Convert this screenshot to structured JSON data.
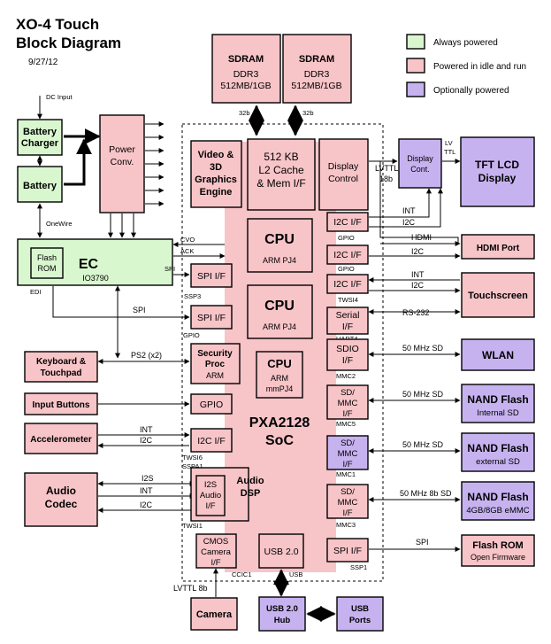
{
  "title": {
    "line1": "XO-4 Touch",
    "line2": "Block Diagram",
    "date": "9/27/12"
  },
  "legend": {
    "always": "Always powered",
    "idle": "Powered in idle and run",
    "optional": "Optionally powered"
  },
  "sdram1": {
    "title": "SDRAM",
    "l1": "DDR3",
    "l2": "512MB/1GB"
  },
  "sdram2": {
    "title": "SDRAM",
    "l1": "DDR3",
    "l2": "512MB/1GB"
  },
  "bus": {
    "b32a": "32b",
    "b32b": "32b"
  },
  "dc_input": "DC Input",
  "battery_charger": {
    "l1": "Battery",
    "l2": "Charger"
  },
  "battery": "Battery",
  "power_conv": {
    "l1": "Power",
    "l2": "Conv."
  },
  "onewire": "OneWire",
  "ec": {
    "title": "EC",
    "sub": "IO3790",
    "flash1": "Flash",
    "flash2": "ROM",
    "cvo": "CVO",
    "ack": "ACK",
    "edi": "EDI",
    "spi": "SPI"
  },
  "video": {
    "l1": "Video &",
    "l2": "3D",
    "l3": "Graphics",
    "l4": "Engine"
  },
  "l2cache": {
    "l1": "512 KB",
    "l2": "L2 Cache",
    "l3": "& Mem I/F"
  },
  "display_control": {
    "l1": "Display",
    "l2": "Control"
  },
  "lvttl": {
    "l1": "LVTTL",
    "l2": "18b"
  },
  "display_cont": {
    "l1": "Display",
    "l2": "Cont.",
    "lv": "LV",
    "ttl": "TTL"
  },
  "tft": {
    "l1": "TFT LCD",
    "l2": "Display"
  },
  "cpu1": {
    "title": "CPU",
    "sub": "ARM PJ4"
  },
  "cpu2": {
    "title": "CPU",
    "sub": "ARM PJ4"
  },
  "cpu3": {
    "title": "CPU",
    "sub1": "ARM",
    "sub2": "mmPJ4"
  },
  "soc": {
    "l1": "PXA2128",
    "l2": "SoC"
  },
  "i2c_if1": "I2C I/F",
  "i2c_if2": "I2C I/F",
  "i2c_if3": "I2C I/F",
  "i2c_if4": "I2C I/F",
  "gpio_small": "GPIO",
  "gpio_small2": "GPIO",
  "twsi_small": "TWSI4",
  "int1": "INT",
  "i2c1": "I2C",
  "hdmi": "HDMI",
  "hdmi_port": "HDMI Port",
  "i2c2": "I2C",
  "int2": "INT",
  "i2c3": "I2C",
  "rs232": "RS-232",
  "touchscreen": "Touchscreen",
  "serial_if": {
    "l1": "Serial",
    "l2": "I/F",
    "uart": "UART4"
  },
  "spi_if1": "SPI I/F",
  "spi_if2": "SPI I/F",
  "spi_if3": "SPI I/F",
  "ssp3": "SSP3",
  "gpio_lbl": "GPIO",
  "spi_lbl": "SPI",
  "keyboard": {
    "l1": "Keyboard &",
    "l2": "Touchpad"
  },
  "ps2": "PS2 (x2)",
  "security": {
    "l1": "Security",
    "l2": "Proc",
    "l3": "ARM"
  },
  "sdio_if": {
    "l1": "SDIO",
    "l2": "I/F",
    "mmc": "MMC2"
  },
  "sd50a": "50 MHz SD",
  "wlan": "WLAN",
  "sd_mmc1": {
    "l1": "SD/",
    "l2": "MMC",
    "l3": "I/F",
    "mmc": "MMC5"
  },
  "sd50b": "50 MHz SD",
  "nand1": {
    "l1": "NAND Flash",
    "l2": "Internal SD"
  },
  "input_buttons": "Input Buttons",
  "gpio_box": "GPIO",
  "accelerometer": "Accelerometer",
  "int3": "INT",
  "i2c4": "I2C",
  "twsi6": "TWSI6",
  "sd_mmc2": {
    "l1": "SD/",
    "l2": "MMC",
    "l3": "I/F",
    "mmc": "MMC1"
  },
  "sd50c": "50 MHz SD",
  "nand2": {
    "l1": "NAND Flash",
    "l2": "external SD"
  },
  "sspa1": "SSPA1",
  "audio_codec": {
    "l1": "Audio",
    "l2": "Codec"
  },
  "i2s": "I2S",
  "int4": "INT",
  "i2c5": "I2C",
  "i2s_audio": {
    "l1": "I2S",
    "l2": "Audio",
    "l3": "I/F"
  },
  "audio_dsp": {
    "l1": "Audio",
    "l2": "DSP"
  },
  "twsi1": "TWSI1",
  "sd_mmc3": {
    "l1": "SD/",
    "l2": "MMC",
    "l3": "I/F",
    "mmc": "MMC3"
  },
  "sd50d": "50 MHz 8b SD",
  "nand3": {
    "l1": "NAND Flash",
    "l2": "4GB/8GB eMMC"
  },
  "cmos": {
    "l1": "CMOS",
    "l2": "Camera",
    "l3": "I/F",
    "ccic": "CCIC1"
  },
  "usb20": "USB 2.0",
  "usb_lbl": "USB",
  "ssp1": "SSP1",
  "spi2": "SPI",
  "flashrom": {
    "l1": "Flash ROM",
    "l2": "Open Firmware"
  },
  "lvttl8b": "LVTTL 8b",
  "camera": "Camera",
  "usb_hub": {
    "l1": "USB 2.0",
    "l2": "Hub"
  },
  "usb_ports": {
    "l1": "USB",
    "l2": "Ports"
  }
}
